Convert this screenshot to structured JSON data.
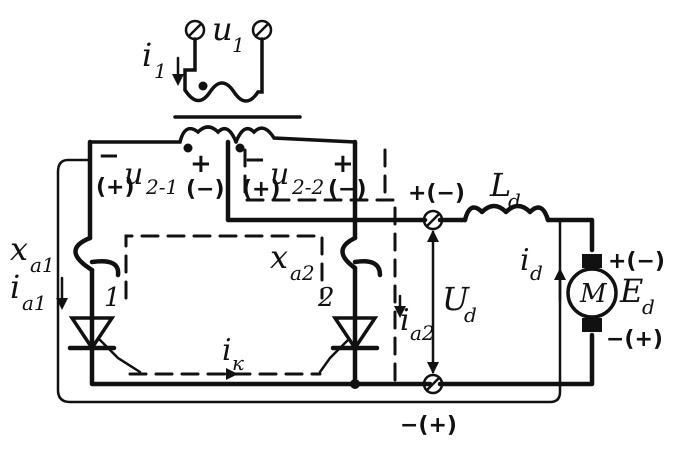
{
  "labels": {
    "u1": "u",
    "u1_sub": "1",
    "i1": "i",
    "i1_sub": "1",
    "u21": "u",
    "u21_sub": "2-1",
    "u22": "u",
    "u22_sub": "2-2",
    "xa1": "x",
    "xa1_sub": "a1",
    "ia1": "i",
    "ia1_sub": "a1",
    "xa2": "x",
    "xa2_sub": "a2",
    "ia2": "i",
    "ia2_sub": "a2",
    "ik": "i",
    "ik_sub": "к",
    "Ld": "L",
    "Ld_sub": "d",
    "id": "i",
    "id_sub": "d",
    "Ud": "U",
    "Ud_sub": "d",
    "Ed": "E",
    "Ed_sub": "d",
    "motor": "M",
    "thyristor1": "1",
    "thyristor2": "2"
  },
  "polarity": {
    "u21_top_left": "−",
    "u21_bottom_left": "(+)",
    "u21_top_right": "+",
    "u21_bottom_right": "(−)",
    "u22_top_left": "−",
    "u22_bottom_left": "(+)",
    "u22_top_right": "+",
    "u22_bottom_right": "(−)",
    "out_top": "+(−)",
    "out_bottom": "−(+)",
    "motor_top": "+(−)",
    "motor_bottom": "−(+)"
  }
}
